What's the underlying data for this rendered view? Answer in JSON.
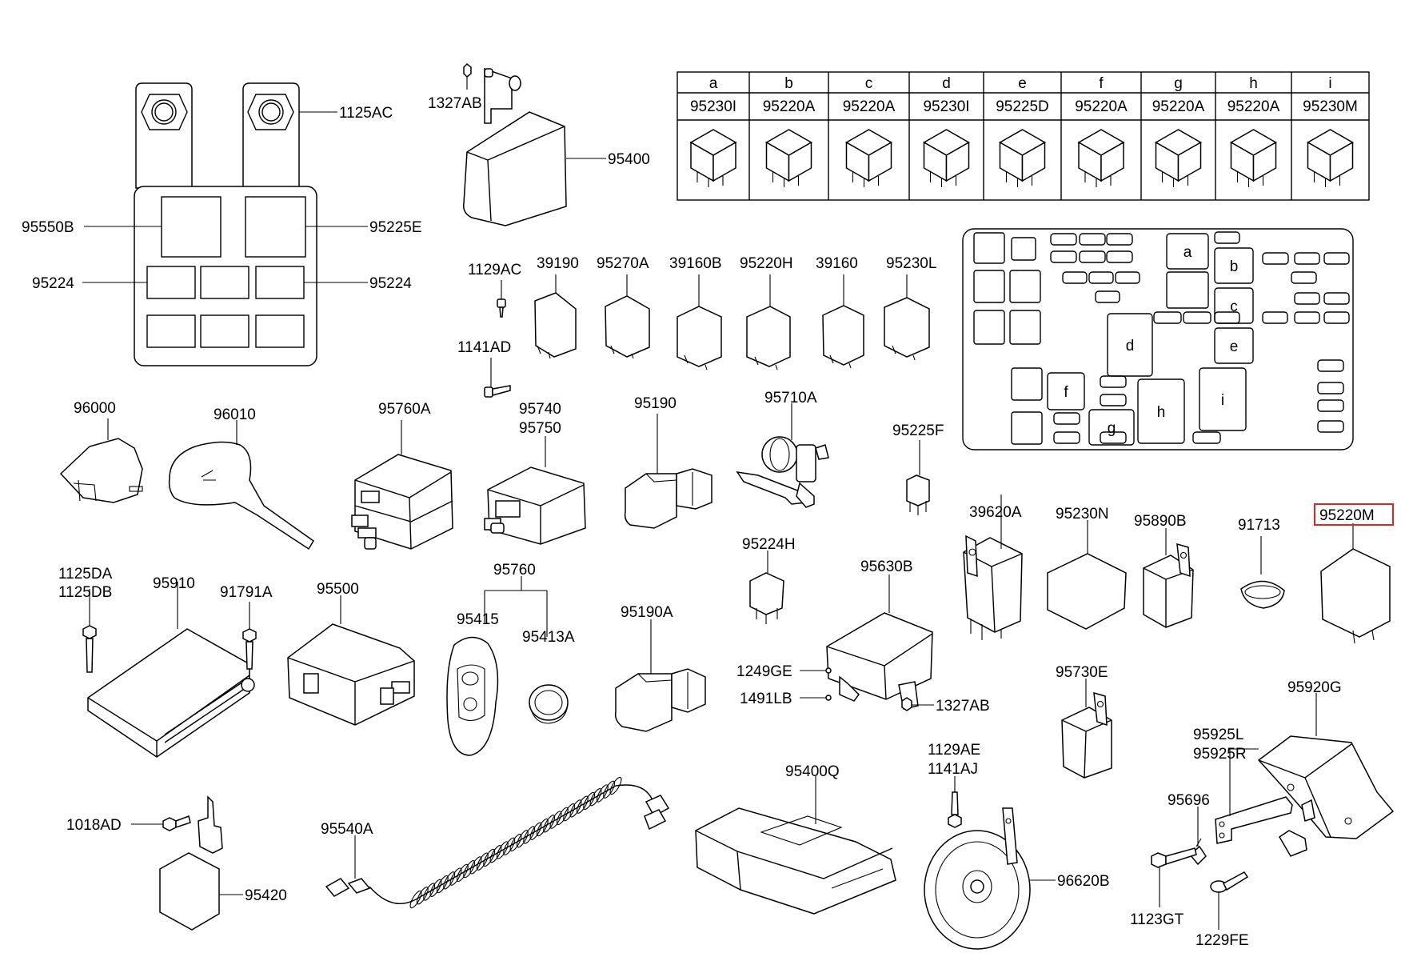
{
  "labels": {
    "p1125AC": "1125AC",
    "p95550B": "95550B",
    "p95225E": "95225E",
    "p95224_left": "95224",
    "p95224_right": "95224",
    "p1327AB_top": "1327AB",
    "p95400": "95400",
    "p1129AC": "1129AC",
    "p1141AD": "1141AD",
    "p39190": "39190",
    "p95270A": "95270A",
    "p39160B": "39160B",
    "p95220H": "95220H",
    "p39160": "39160",
    "p95230L": "95230L",
    "p96000": "96000",
    "p96010": "96010",
    "p95760A": "95760A",
    "p95740": "95740",
    "p95750": "95750",
    "p95190": "95190",
    "p95710A": "95710A",
    "p95225F": "95225F",
    "p39620A": "39620A",
    "p95230N": "95230N",
    "p95890B": "95890B",
    "p91713": "91713",
    "p95220M": "95220M",
    "p1125DA": "1125DA",
    "p1125DB": "1125DB",
    "p95910": "95910",
    "p91791A": "91791A",
    "p95500": "95500",
    "p95760": "95760",
    "p95415": "95415",
    "p95413A": "95413A",
    "p95190A": "95190A",
    "p95224H": "95224H",
    "p95630B": "95630B",
    "p1249GE": "1249GE",
    "p1491LB": "1491LB",
    "p1327AB_mid": "1327AB",
    "p95730E": "95730E",
    "p95920G": "95920G",
    "p95925L": "95925L",
    "p95925R": "95925R",
    "p95696": "95696",
    "p1123GT": "1123GT",
    "p1229FE": "1229FE",
    "p1018AD": "1018AD",
    "p95420": "95420",
    "p95540A": "95540A",
    "p95400Q": "95400Q",
    "p1129AE": "1129AE",
    "p1141AJ": "1141AJ",
    "p96620B": "96620B"
  },
  "relay_table": {
    "headers": [
      "a",
      "b",
      "c",
      "d",
      "e",
      "f",
      "g",
      "h",
      "i"
    ],
    "parts": [
      "95230I",
      "95220A",
      "95220A",
      "95230I",
      "95225D",
      "95220A",
      "95220A",
      "95220A",
      "95230M"
    ]
  },
  "fuse_box_slots": [
    "a",
    "b",
    "c",
    "d",
    "e",
    "f",
    "g",
    "h",
    "i"
  ],
  "highlight": {
    "part": "95220M",
    "color": "#e02424"
  }
}
